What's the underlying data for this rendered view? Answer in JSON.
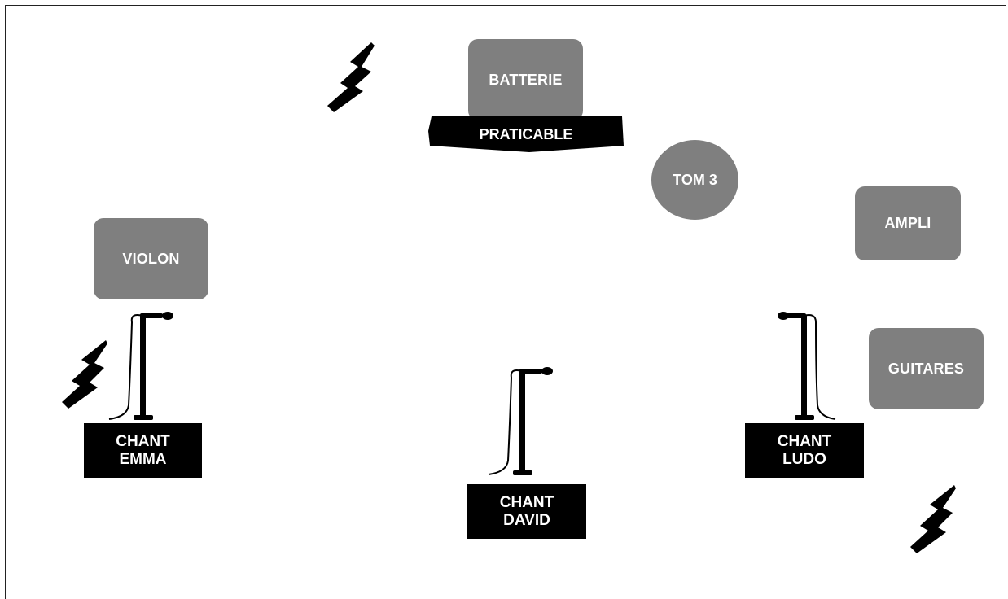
{
  "items": {
    "batterie": "BATTERIE",
    "praticable": "PRATICABLE",
    "tom3": "TOM 3",
    "ampli": "AMPLI",
    "violon": "VIOLON",
    "guitares": "GUITARES"
  },
  "mics": [
    {
      "line1": "CHANT",
      "line2": "EMMA"
    },
    {
      "line1": "CHANT",
      "line2": "DAVID"
    },
    {
      "line1": "CHANT",
      "line2": "LUDO"
    }
  ],
  "icons": [
    "lightning-icon",
    "microphone-stand-icon"
  ]
}
